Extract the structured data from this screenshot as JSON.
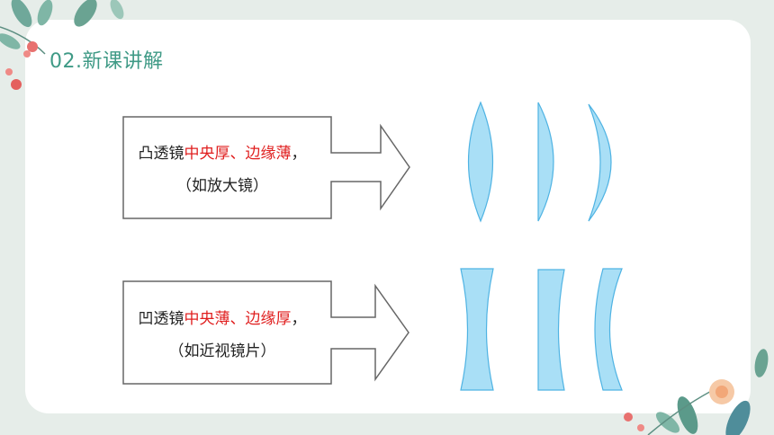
{
  "section": {
    "title": "02.新课讲解"
  },
  "convex": {
    "prefix": "凸透镜",
    "highlight": "中央厚、边缘薄",
    "suffix": "，",
    "note": "（如放大镜）"
  },
  "concave": {
    "prefix": "凹透镜",
    "highlight": "中央薄、边缘厚",
    "suffix": "，",
    "note": "（如近视镜片）"
  },
  "colors": {
    "background": "#e6ede9",
    "title": "#3f9a86",
    "highlight": "#e01e1e",
    "lens_fill": "#a9dff6",
    "lens_stroke": "#4fb3e3"
  }
}
